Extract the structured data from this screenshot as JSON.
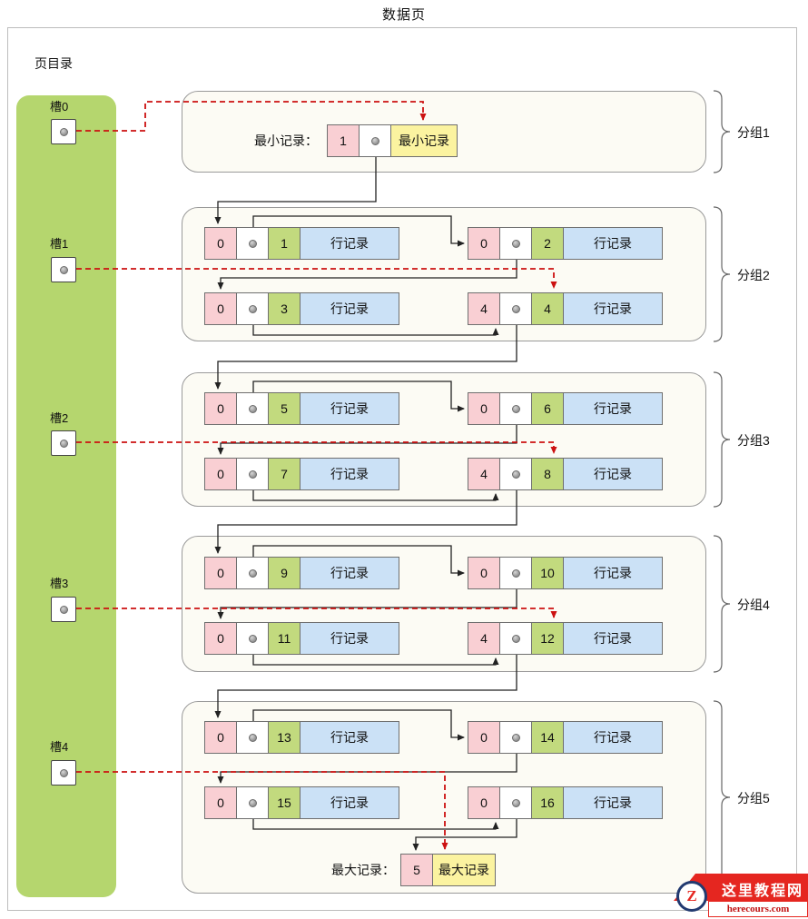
{
  "title": "数据页",
  "directory": {
    "label": "页目录",
    "slots": [
      {
        "label": "槽0"
      },
      {
        "label": "槽1"
      },
      {
        "label": "槽2"
      },
      {
        "label": "槽3"
      },
      {
        "label": "槽4"
      }
    ]
  },
  "groups": [
    {
      "name": "分组1",
      "min": {
        "label": "最小记录：",
        "value": "1",
        "tag": "最小记录"
      }
    },
    {
      "name": "分组2",
      "records": [
        {
          "n": "0",
          "key": "1",
          "body": "行记录"
        },
        {
          "n": "0",
          "key": "2",
          "body": "行记录"
        },
        {
          "n": "0",
          "key": "3",
          "body": "行记录"
        },
        {
          "n": "4",
          "key": "4",
          "body": "行记录"
        }
      ]
    },
    {
      "name": "分组3",
      "records": [
        {
          "n": "0",
          "key": "5",
          "body": "行记录"
        },
        {
          "n": "0",
          "key": "6",
          "body": "行记录"
        },
        {
          "n": "0",
          "key": "7",
          "body": "行记录"
        },
        {
          "n": "4",
          "key": "8",
          "body": "行记录"
        }
      ]
    },
    {
      "name": "分组4",
      "records": [
        {
          "n": "0",
          "key": "9",
          "body": "行记录"
        },
        {
          "n": "0",
          "key": "10",
          "body": "行记录"
        },
        {
          "n": "0",
          "key": "11",
          "body": "行记录"
        },
        {
          "n": "4",
          "key": "12",
          "body": "行记录"
        }
      ]
    },
    {
      "name": "分组5",
      "records": [
        {
          "n": "0",
          "key": "13",
          "body": "行记录"
        },
        {
          "n": "0",
          "key": "14",
          "body": "行记录"
        },
        {
          "n": "0",
          "key": "15",
          "body": "行记录"
        },
        {
          "n": "0",
          "key": "16",
          "body": "行记录"
        }
      ],
      "max": {
        "label": "最大记录：",
        "value": "5",
        "tag": "最大记录"
      }
    }
  ],
  "logo": {
    "title": "这里教程网",
    "domain": "herecours.com",
    "emblem": "Z"
  },
  "colors": {
    "slot_panel": "#b5d66e",
    "record_owned": "#f9cfd3",
    "record_key": "#c2da7e",
    "record_body": "#cbe1f6",
    "special_record": "#fbf3a0",
    "pointer_arrow": "#cc1111"
  }
}
